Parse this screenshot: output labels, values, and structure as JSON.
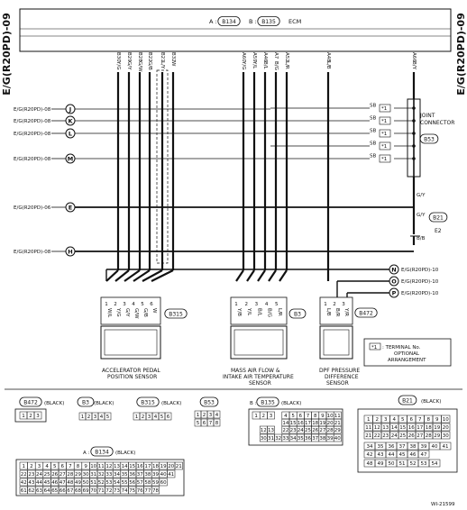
{
  "page_side_label": "E/G(R20PD)-09",
  "ecm": {
    "title": "ECM",
    "conn_a_prefix": "A :",
    "conn_a_id": "B134",
    "conn_b_prefix": "B :",
    "conn_b_id": "B135",
    "left_pins": [
      {
        "pin": "B30",
        "wire": "Y/G"
      },
      {
        "pin": "B29",
        "wire": "G/Y"
      },
      {
        "pin": "B28",
        "wire": "G/W"
      },
      {
        "pin": "B22",
        "wire": "G/B"
      },
      {
        "pin": "B21",
        "wire": "L/Y"
      },
      {
        "pin": "B32",
        "wire": "W"
      }
    ],
    "mid_pins": [
      {
        "pin": "A60",
        "wire": "Y/G"
      },
      {
        "pin": "A59",
        "wire": "Y/L"
      },
      {
        "pin": "A46",
        "wire": "B/L"
      },
      {
        "pin": "A7",
        "wire": "B/G"
      },
      {
        "pin": "A52",
        "wire": "L/R"
      }
    ],
    "dp_pin": {
      "pin": "A48",
      "wire": "L/B"
    },
    "right_pin": {
      "pin": "A66",
      "wire": "B/Y"
    }
  },
  "off_page_refs": [
    {
      "text": "E/G(R20PD)-08",
      "letter": "J"
    },
    {
      "text": "E/G(R20PD)-08",
      "letter": "K"
    },
    {
      "text": "E/G(R20PD)-08",
      "letter": "L"
    },
    {
      "text": "E/G(R20PD)-08",
      "letter": "M"
    },
    {
      "text": "E/G(R20PD)-06",
      "letter": "E"
    },
    {
      "text": "E/G(R20PD)-08",
      "letter": "H"
    }
  ],
  "right_refs": [
    {
      "letter": "N",
      "text": "E/G(R20PD)-10"
    },
    {
      "letter": "O",
      "text": "E/G(R20PD)-10"
    },
    {
      "letter": "P",
      "text": "E/G(R20PD)-10"
    }
  ],
  "joint_connector": {
    "label_line1": "JOINT",
    "label_line2": "CONNECTOR",
    "id": "B53",
    "wire": "SB",
    "term": "*1",
    "right_wire": "B/Y",
    "bottom_wire": "G/Y"
  },
  "ground": {
    "conn": "B21",
    "pin_label": "E2",
    "wire_top": "G/Y",
    "wire_bot": "B/B"
  },
  "sensors": [
    {
      "id": "B315",
      "name_line1": "ACCELERATOR PEDAL",
      "name_line2": "POSITION SENSOR",
      "pins": [
        "1",
        "2",
        "3",
        "4",
        "5",
        "6"
      ],
      "wires": [
        "W/L",
        "Y/G",
        "G/Y",
        "G/W",
        "G/B",
        "W"
      ]
    },
    {
      "id": "B3",
      "name_line1": "MASS AIR FLOW &",
      "name_line2": "INTAKE AIR TEMPERATURE",
      "name_line3": "SENSOR",
      "pins": [
        "1",
        "2",
        "3",
        "4",
        "5"
      ],
      "wires": [
        "Y/B",
        "Y/L",
        "B/L",
        "B/G",
        "L/R"
      ]
    },
    {
      "id": "B472",
      "name_line1": "DPF PRESSURE",
      "name_line2": "DIFFERENCE",
      "name_line3": "SENSOR",
      "pins": [
        "1",
        "2",
        "3"
      ],
      "wires": [
        "L/B",
        "B/R",
        "Y/R"
      ]
    }
  ],
  "legend": {
    "symbol": "*1",
    "text_line1": ": TERMINAL No.",
    "text_line2": "OPTIONAL",
    "text_line3": "ARRANGEMENT"
  },
  "connector_views": [
    {
      "id": "B472",
      "color": "(BLACK)",
      "cells": [
        "1",
        "2",
        "3"
      ]
    },
    {
      "id": "B3",
      "color": "(BLACK)",
      "cells": [
        "1",
        "2",
        "3",
        "4",
        "5"
      ]
    },
    {
      "id": "B315",
      "color": "(BLACK)",
      "cells": [
        "1",
        "2",
        "3",
        "4",
        "5",
        "6"
      ]
    },
    {
      "id": "B53",
      "color": "",
      "cells": [
        "1",
        "2",
        "3",
        "4",
        "5",
        "6",
        "7",
        "8"
      ]
    },
    {
      "id": "B135",
      "prefix": "B :",
      "color": "(BLACK)",
      "row1": [
        "1",
        "2",
        "3",
        "",
        "4",
        "5",
        "6",
        "7",
        "8",
        "9",
        "10",
        "11"
      ],
      "row2": [
        "",
        "",
        "",
        "",
        "14",
        "15",
        "16",
        "17",
        "18",
        "19",
        "20",
        "21"
      ],
      "row3": [
        "",
        "12",
        "13",
        "",
        "22",
        "23",
        "24",
        "25",
        "26",
        "27",
        "28",
        "29"
      ],
      "row4": [
        "",
        "30",
        "31",
        "32",
        "33",
        "34",
        "35",
        "36",
        "37",
        "38",
        "39",
        "40"
      ]
    },
    {
      "id": "B21",
      "color": "(BLACK)",
      "row1": [
        "1",
        "2",
        "3",
        "4",
        "5",
        "6",
        "7",
        "8",
        "9",
        "10"
      ],
      "row2": [
        "11",
        "12",
        "13",
        "14",
        "15",
        "16",
        "17",
        "18",
        "19",
        "20"
      ],
      "row3": [
        "21",
        "22",
        "23",
        "24",
        "25",
        "26",
        "27",
        "28",
        "29",
        "30"
      ],
      "row4": [
        "34",
        "35",
        "36",
        "37",
        "38",
        "39",
        "40",
        "41"
      ],
      "row5": [
        "42",
        "43",
        "44",
        "45",
        "46",
        "47"
      ],
      "row6": [
        "48",
        "49",
        "50",
        "51",
        "52",
        "53",
        "54"
      ]
    },
    {
      "id": "B134",
      "prefix": "A :",
      "color": "(BLACK)",
      "row1": [
        "1",
        "2",
        "3",
        "4",
        "5",
        "6",
        "7",
        "8",
        "9",
        "10",
        "11",
        "12",
        "13",
        "14",
        "15",
        "16",
        "17",
        "18",
        "19",
        "20",
        "21"
      ],
      "row2": [
        "22",
        "23",
        "24",
        "25",
        "26",
        "27",
        "28",
        "29",
        "30",
        "31",
        "32",
        "33",
        "34",
        "35",
        "36",
        "37",
        "38",
        "39",
        "40",
        "41"
      ],
      "row3": [
        "42",
        "43",
        "44",
        "45",
        "46",
        "47",
        "48",
        "49",
        "50",
        "51",
        "52",
        "53",
        "54",
        "55",
        "56",
        "57",
        "58",
        "59",
        "60"
      ],
      "row4": [
        "61",
        "62",
        "63",
        "64",
        "65",
        "66",
        "67",
        "68",
        "69",
        "70",
        "71",
        "72",
        "73",
        "74",
        "75",
        "76",
        "77",
        "78"
      ]
    }
  ],
  "figure_id": "WI-21599"
}
